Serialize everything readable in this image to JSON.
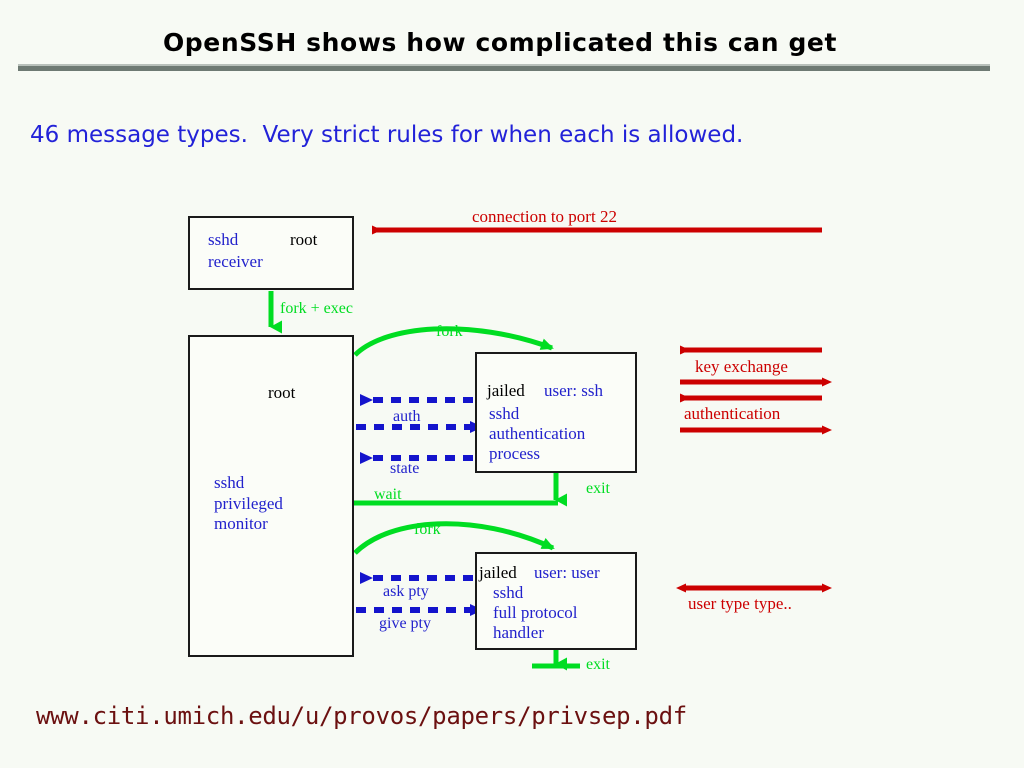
{
  "slide": {
    "title": "OpenSSH shows how complicated this can get",
    "subtitle": "46 message types.  Very strict rules for when each is allowed.",
    "footer_url": "www.citi.umich.edu/u/provos/papers/privsep.pdf",
    "background_color": "#f7faf4",
    "rule_color": "#6e7a73"
  },
  "colors": {
    "title_text": "#000000",
    "subtitle_text": "#2222d8",
    "box_border": "#1a1a1a",
    "process_blue": "#2222cc",
    "fork_green": "#00dd22",
    "network_red": "#cc0000",
    "footer_text": "#6b1010"
  },
  "diagram": {
    "boxes": [
      {
        "id": "sshd-receiver",
        "lines": [
          {
            "text": "sshd",
            "color": "blue"
          },
          {
            "text": "root",
            "color": "black"
          },
          {
            "text": "receiver",
            "color": "blue"
          }
        ]
      },
      {
        "id": "privileged-monitor",
        "lines": [
          {
            "text": "root",
            "color": "black"
          },
          {
            "text": "sshd",
            "color": "blue"
          },
          {
            "text": "privileged",
            "color": "blue"
          },
          {
            "text": "monitor",
            "color": "blue"
          }
        ]
      },
      {
        "id": "auth-process",
        "lines": [
          {
            "text": "jailed",
            "color": "black"
          },
          {
            "text": "user: ssh",
            "color": "blue"
          },
          {
            "text": "sshd",
            "color": "blue"
          },
          {
            "text": "authentication",
            "color": "blue"
          },
          {
            "text": "process",
            "color": "blue"
          }
        ]
      },
      {
        "id": "protocol-handler",
        "lines": [
          {
            "text": "jailed",
            "color": "black"
          },
          {
            "text": "user: user",
            "color": "blue"
          },
          {
            "text": "sshd",
            "color": "blue"
          },
          {
            "text": "full protocol",
            "color": "blue"
          },
          {
            "text": "handler",
            "color": "blue"
          }
        ]
      }
    ],
    "edge_labels": {
      "fork_exec": "fork + exec",
      "fork_auth": "fork",
      "fork_handler": "fork",
      "auth": "auth",
      "state": "state",
      "wait": "wait",
      "exit_auth": "exit",
      "exit_handler": "exit",
      "ask_pty": "ask pty",
      "give_pty": "give pty"
    },
    "network_labels": {
      "connection": "connection to port 22",
      "key_exchange": "key exchange",
      "authentication": "authentication",
      "user_type": "user type type.."
    }
  }
}
